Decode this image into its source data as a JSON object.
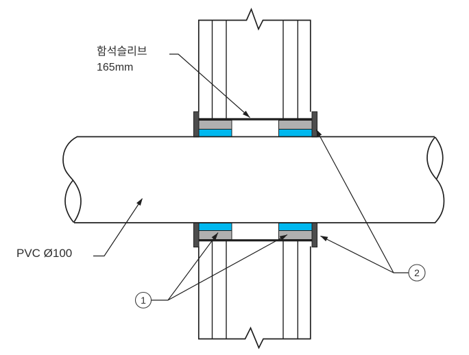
{
  "drawing": {
    "kind": "pipe-wall-penetration-sleeve-detail",
    "labels": {
      "sleeve_line1": "함석슬리브",
      "sleeve_line2": "165mm",
      "pipe": "PVC Ø100",
      "callout_1": "1",
      "callout_2": "2"
    },
    "colors": {
      "line": "#1f1f1f",
      "text": "#2e2e2e",
      "background": "#ffffff",
      "sleeve_flange_dark_gray": "#4d4d4d",
      "filler_gray": "#b0b0b0",
      "sealant_cyan": "#00b8ef"
    }
  }
}
